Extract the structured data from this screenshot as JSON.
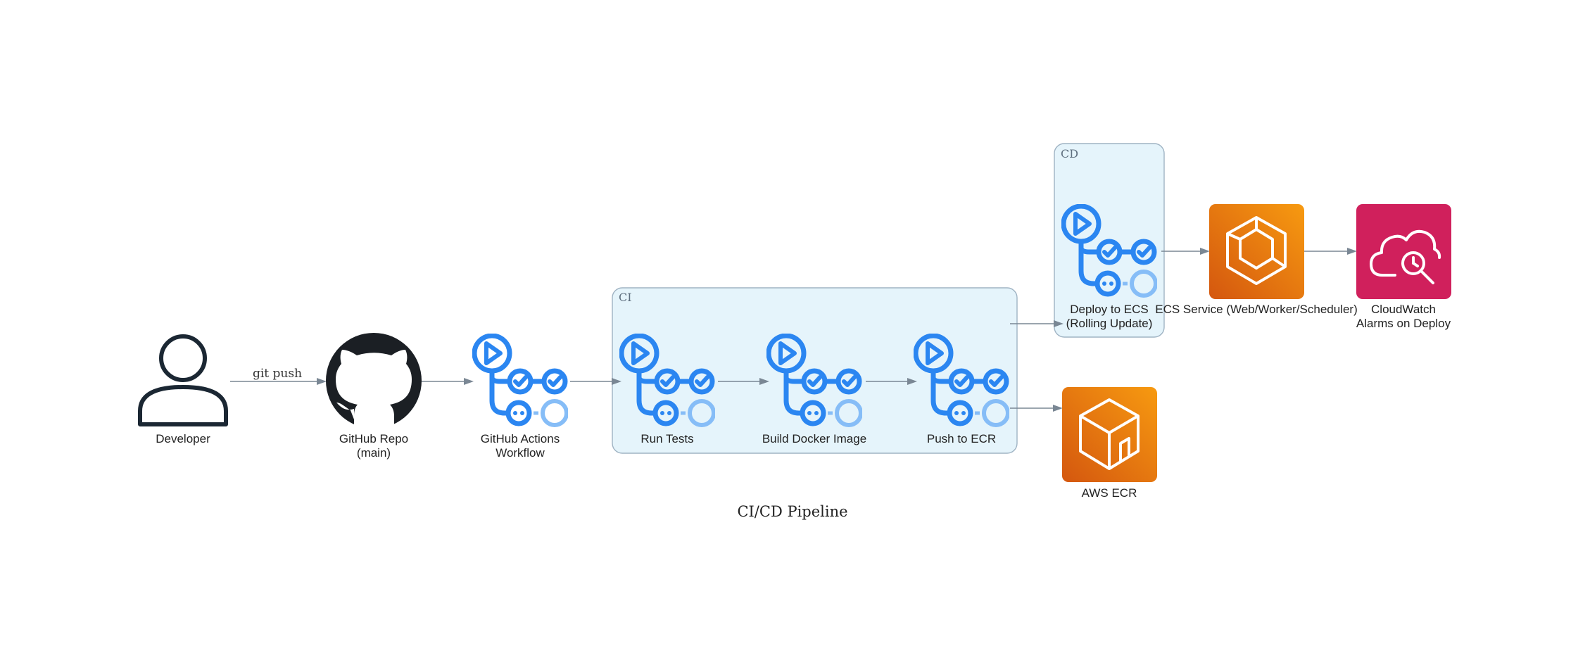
{
  "title": "CI/CD Pipeline",
  "clusters": {
    "ci": "CI",
    "cd": "CD"
  },
  "nodes": {
    "developer": {
      "label": "Developer",
      "icon": "user-icon"
    },
    "repo": {
      "label_line1": "GitHub Repo",
      "label_line2": "(main)",
      "icon": "github-icon"
    },
    "workflow": {
      "label_line1": "GitHub Actions",
      "label_line2": "Workflow",
      "icon": "github-actions-icon"
    },
    "run_tests": {
      "label": "Run Tests",
      "icon": "github-actions-icon"
    },
    "build_image": {
      "label": "Build Docker Image",
      "icon": "github-actions-icon"
    },
    "push_ecr": {
      "label": "Push to ECR",
      "icon": "github-actions-icon"
    },
    "deploy_ecs": {
      "label_line1": "Deploy to ECS",
      "label_line2": "(Rolling Update)",
      "icon": "github-actions-icon"
    },
    "ecs_service": {
      "label": "ECS Service (Web/Worker/Scheduler)",
      "icon": "aws-ecs-icon"
    },
    "cloudwatch": {
      "label_line1": "CloudWatch",
      "label_line2": "Alarms on Deploy",
      "icon": "aws-cloudwatch-icon"
    },
    "ecr": {
      "label": "AWS ECR",
      "icon": "aws-ecr-icon"
    }
  },
  "edges": {
    "git_push": "git push"
  },
  "colors": {
    "cluster_fill": "#e5f4fb",
    "cluster_stroke": "#9fb3c3",
    "edge": "#7a8794",
    "github_actions_blue": "#2b86f1",
    "github_actions_light": "#86bdf7",
    "github_dark": "#1b1f24",
    "aws_orange_top": "#f79a10",
    "aws_orange_bottom": "#d4570f",
    "aws_pink": "#d0205c"
  }
}
